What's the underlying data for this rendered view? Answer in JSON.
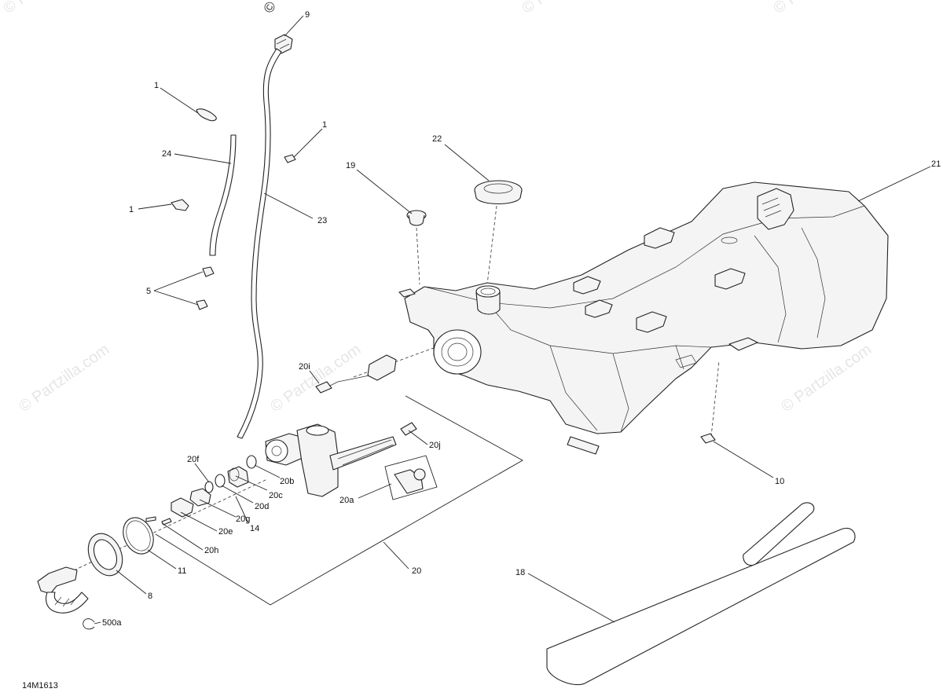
{
  "diagram": {
    "reference_code": "14M1613",
    "watermark_text": "© Partzilla.com",
    "copyright_mark": "©",
    "callouts": {
      "c9": "9",
      "c1a": "1",
      "c1b": "1",
      "c1c": "1",
      "c24": "24",
      "c23": "23",
      "c5": "5",
      "c22": "22",
      "c19": "19",
      "c21": "21",
      "c20i": "20i",
      "c20j": "20j",
      "c20f": "20f",
      "c20b": "20b",
      "c20c": "20c",
      "c20d": "20d",
      "c20a": "20a",
      "c20g": "20g",
      "c14": "14",
      "c20e": "20e",
      "c20h": "20h",
      "c11": "11",
      "c8": "8",
      "c20": "20",
      "c10": "10",
      "c18": "18",
      "c500a": "500a"
    }
  }
}
